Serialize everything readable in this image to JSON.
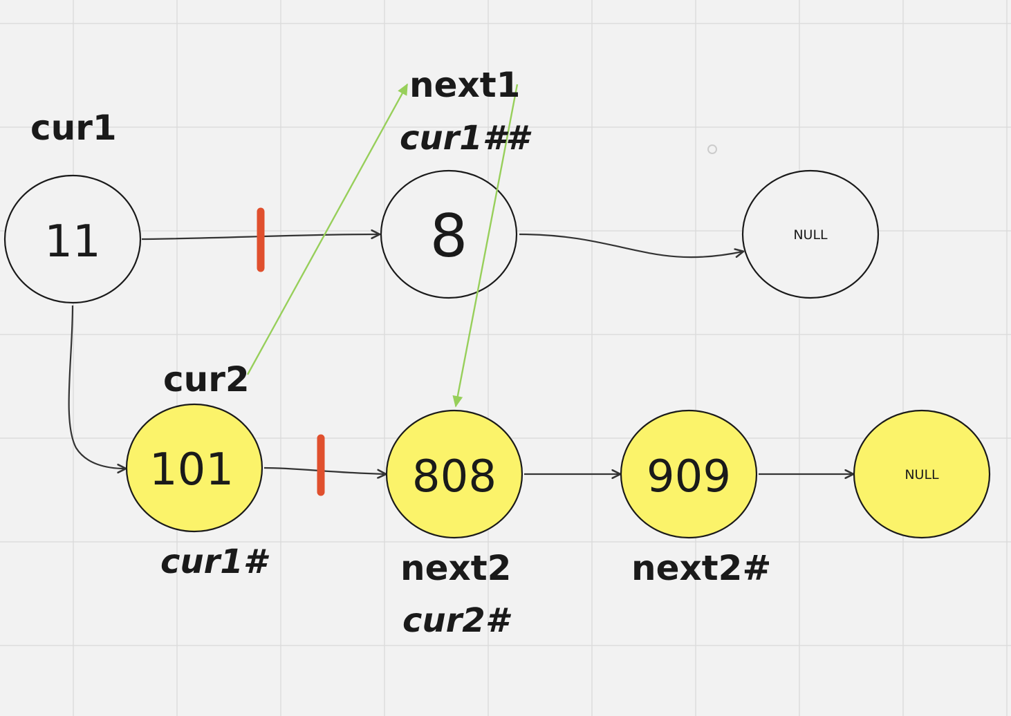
{
  "colors": {
    "background": "#f2f2f2",
    "grid": "#dcdcdc",
    "node_stroke": "#1a1a1a",
    "node_fill_plain": "#f2f2f2",
    "node_fill_highlight": "#fbf36a",
    "edge": "#333333",
    "cut_mark": "#e0502e",
    "pointer_arrow": "#97cf5a"
  },
  "nodes": {
    "n11": "11",
    "n8": "8",
    "null_top": "NULL",
    "n101": "101",
    "n808": "808",
    "n909": "909",
    "null_bottom": "NULL"
  },
  "labels": {
    "cur1": "cur1",
    "next1": "next1",
    "cur1_double_hash": "cur1##",
    "cur2": "cur2",
    "cur1_hash": "cur1#",
    "next2": "next2",
    "cur2_hash": "cur2#",
    "next2_hash": "next2#"
  }
}
